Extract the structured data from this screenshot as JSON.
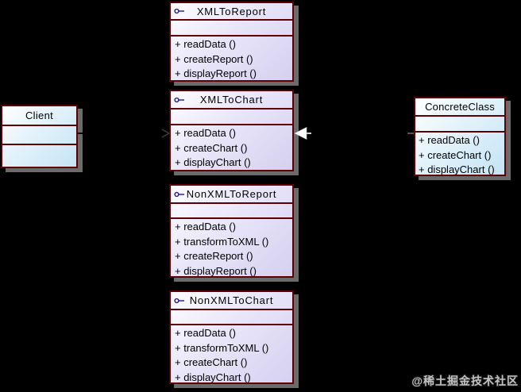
{
  "diagram": {
    "background": "#000000",
    "colors": {
      "box_border": "#5c0004",
      "purple_fill_end": "#d5d0ef",
      "blue_fill_end": "#c5e4f5",
      "shadow": "#6b6b6b",
      "class_icon": "#1a1a8c",
      "generalization_arrow": "#ffffff"
    },
    "classes": [
      {
        "name": "XMLToReport",
        "attributes": [],
        "methods": [
          "+ readData ()",
          "+ createReport ()",
          "+ displayReport ()"
        ]
      },
      {
        "name": "XMLToChart",
        "attributes": [],
        "methods": [
          "+ readData ()",
          "+ createChart ()",
          "+ displayChart ()"
        ]
      },
      {
        "name": "NonXMLToReport",
        "attributes": [],
        "methods": [
          "+ readData ()",
          "+ transformToXML ()",
          "+ createReport ()",
          "+ displayReport ()"
        ]
      },
      {
        "name": "NonXMLToChart",
        "attributes": [],
        "methods": [
          "+ readData ()",
          "+ transformToXML ()",
          "+ createChart ()",
          "+ displayChart ()"
        ]
      },
      {
        "name": "Client",
        "attributes": [],
        "methods": []
      },
      {
        "name": "ConcreteClass",
        "attributes": [],
        "methods": [
          "+ readData ()",
          "+ createChart ()",
          "+ displayChart ()"
        ]
      }
    ],
    "connectors": [
      {
        "type": "generalization",
        "from": "ConcreteClass",
        "to": "XMLToChart"
      },
      {
        "type": "association",
        "from": "Client",
        "to": "XMLToChart"
      }
    ]
  },
  "watermark": {
    "text": "@稀土掘金技术社区"
  }
}
